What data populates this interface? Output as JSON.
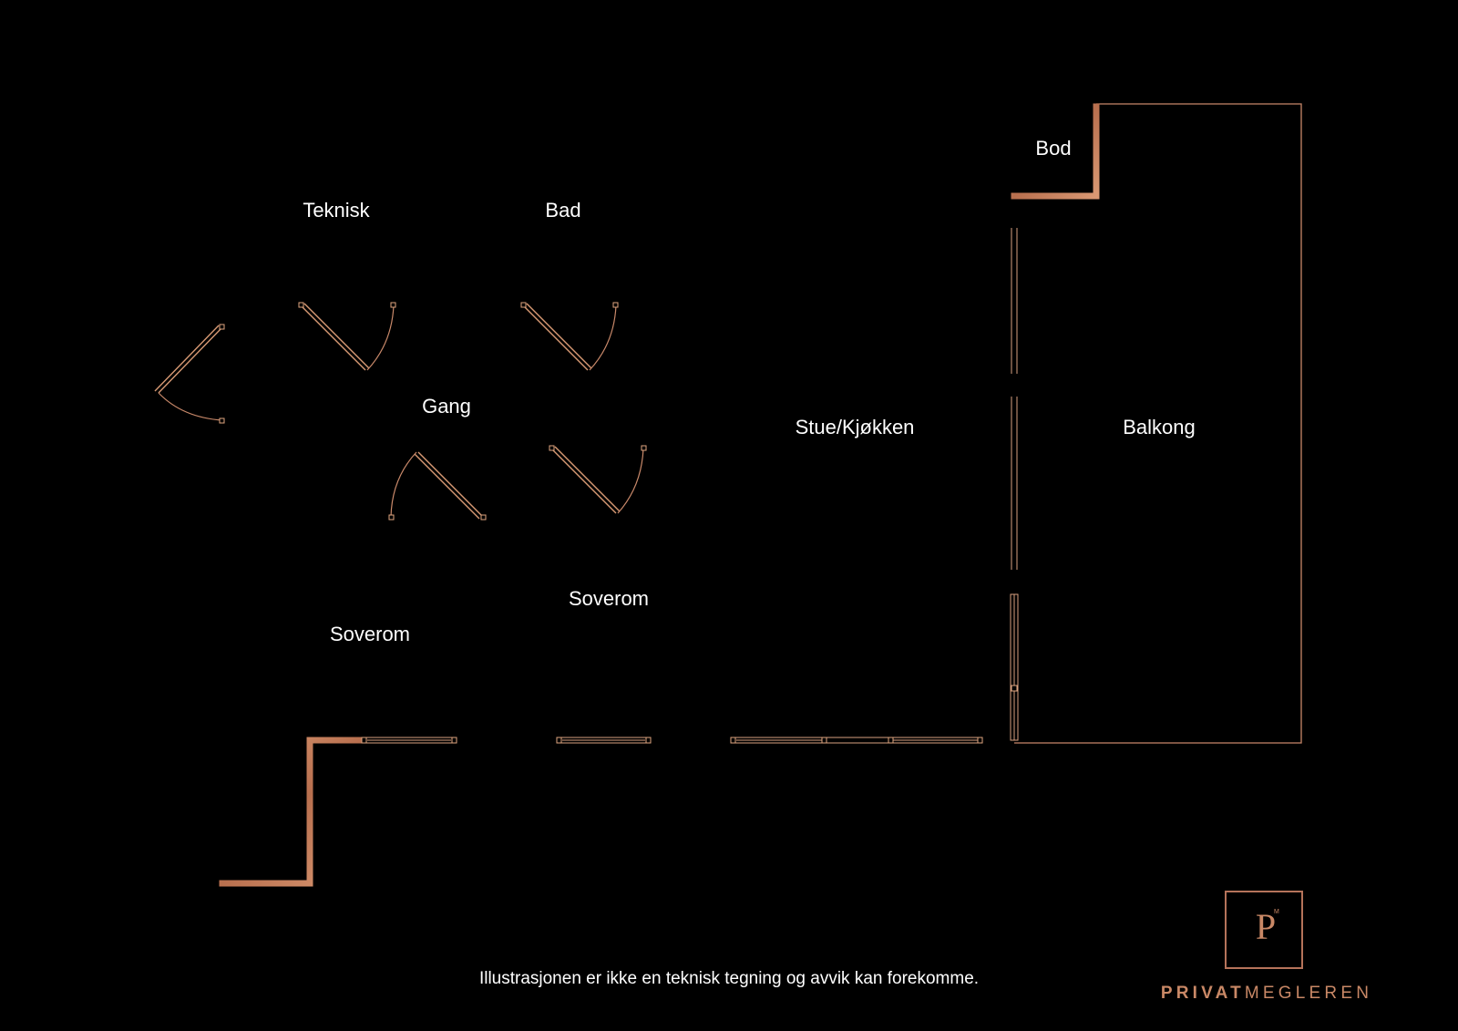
{
  "floor_plan": {
    "rooms": [
      {
        "id": "teknisk",
        "label": "Teknisk"
      },
      {
        "id": "bad",
        "label": "Bad"
      },
      {
        "id": "bod",
        "label": "Bod"
      },
      {
        "id": "gang",
        "label": "Gang"
      },
      {
        "id": "stue_kjokken",
        "label": "Stue/Kjøkken"
      },
      {
        "id": "balkong",
        "label": "Balkong"
      },
      {
        "id": "soverom_left",
        "label": "Soverom"
      },
      {
        "id": "soverom_middle",
        "label": "Soverom"
      }
    ]
  },
  "disclaimer": "Illustrasjonen er ikke en teknisk tegning og avvik kan forekomme.",
  "logo": {
    "letter": "P",
    "mark": "M",
    "name_bold": "PRIVAT",
    "name_regular": "MEGLEREN"
  },
  "colors": {
    "background": "#000000",
    "wall": "#c07a58",
    "text": "#ffffff",
    "brand": "#c98866"
  }
}
